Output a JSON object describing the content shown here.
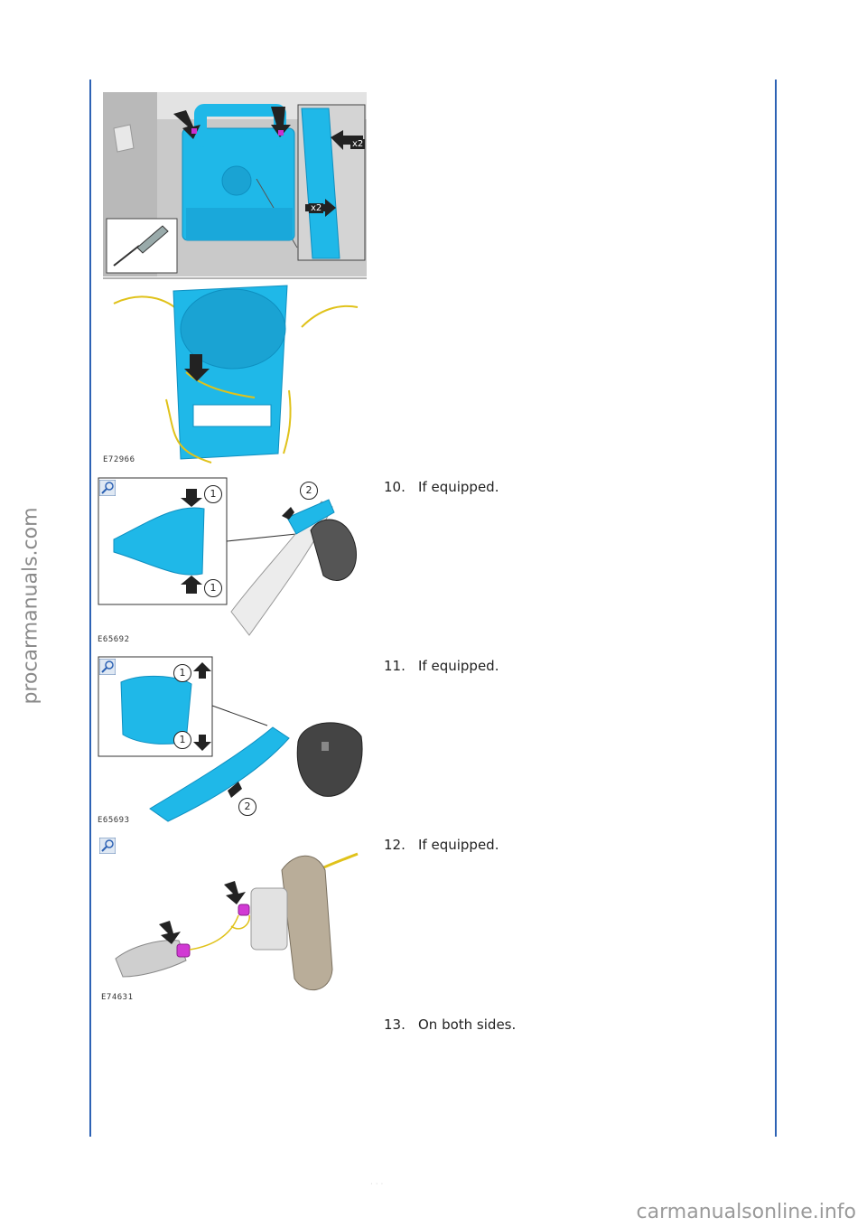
{
  "side_watermark": "procarmanuals.com",
  "footer_watermark": "carmanualsonline.info",
  "figures": [
    {
      "code": "E72966"
    },
    {
      "code": "E65692"
    },
    {
      "code": "E65693"
    },
    {
      "code": "E74631"
    }
  ],
  "callouts": {
    "x2_top": "x2",
    "x2_bottom": "x2",
    "one": "1",
    "two": "2"
  },
  "steps": [
    {
      "num": "10.",
      "text": "If equipped."
    },
    {
      "num": "11.",
      "text": "If equipped."
    },
    {
      "num": "12.",
      "text": "If equipped."
    },
    {
      "num": "13.",
      "text": "On both sides."
    }
  ],
  "colors": {
    "rule": "#2d62b4",
    "part_cyan": "#1fb8e8",
    "part_shadow": "#0e8fc0",
    "harness": "#e0c21a",
    "connector": "#d13ad4"
  }
}
